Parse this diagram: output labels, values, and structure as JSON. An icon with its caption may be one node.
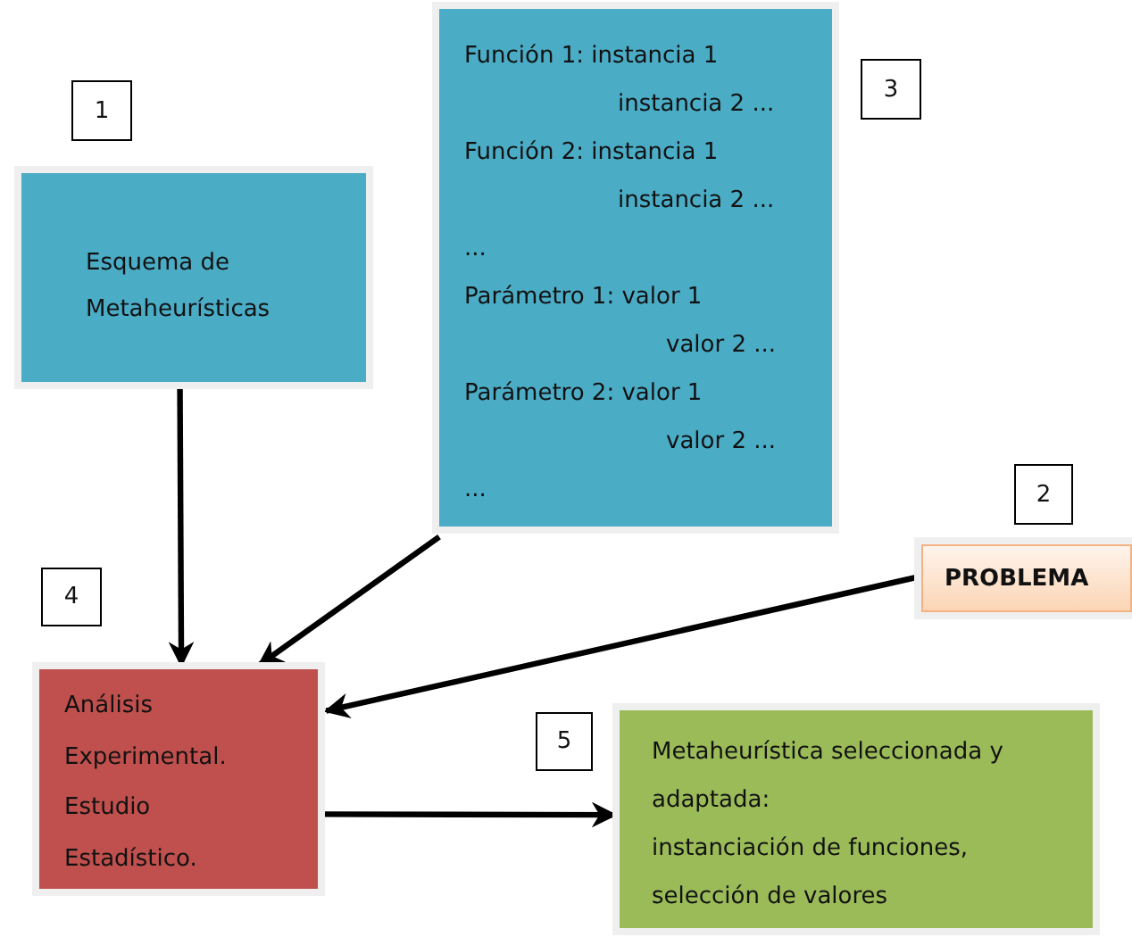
{
  "diagram": {
    "nodes": [
      {
        "text": [
          "1"
        ]
      },
      {
        "text": [
          "Esquema de Metaheurísticas"
        ]
      },
      {
        "text": [
          "Función 1: instancia 1",
          "instancia 2 ...",
          "Función 2: instancia 1",
          "instancia 2 ...",
          "...",
          "Parámetro 1: valor 1",
          "valor 2 ...",
          "Parámetro 2: valor 1",
          "valor 2 ...",
          "..."
        ]
      },
      {
        "text": [
          "3"
        ]
      },
      {
        "text": [
          "2"
        ]
      },
      {
        "text": [
          "PROBLEMA"
        ]
      },
      {
        "text": [
          "4"
        ]
      },
      {
        "text": [
          "Análisis Experimental. Estudio Estadístico."
        ]
      },
      {
        "text": [
          "5"
        ]
      },
      {
        "text": [
          "Metaheurística seleccionada y adaptada:",
          "instanciación de funciones, selección de valores"
        ]
      }
    ],
    "edges": [
      {
        "from": 1,
        "to": 7,
        "arrow": "to"
      },
      {
        "from": 2,
        "to": 7,
        "arrow": "to"
      },
      {
        "from": 5,
        "to": 7,
        "arrow": "to"
      },
      {
        "from": 7,
        "to": 9,
        "arrow": "to"
      }
    ]
  }
}
